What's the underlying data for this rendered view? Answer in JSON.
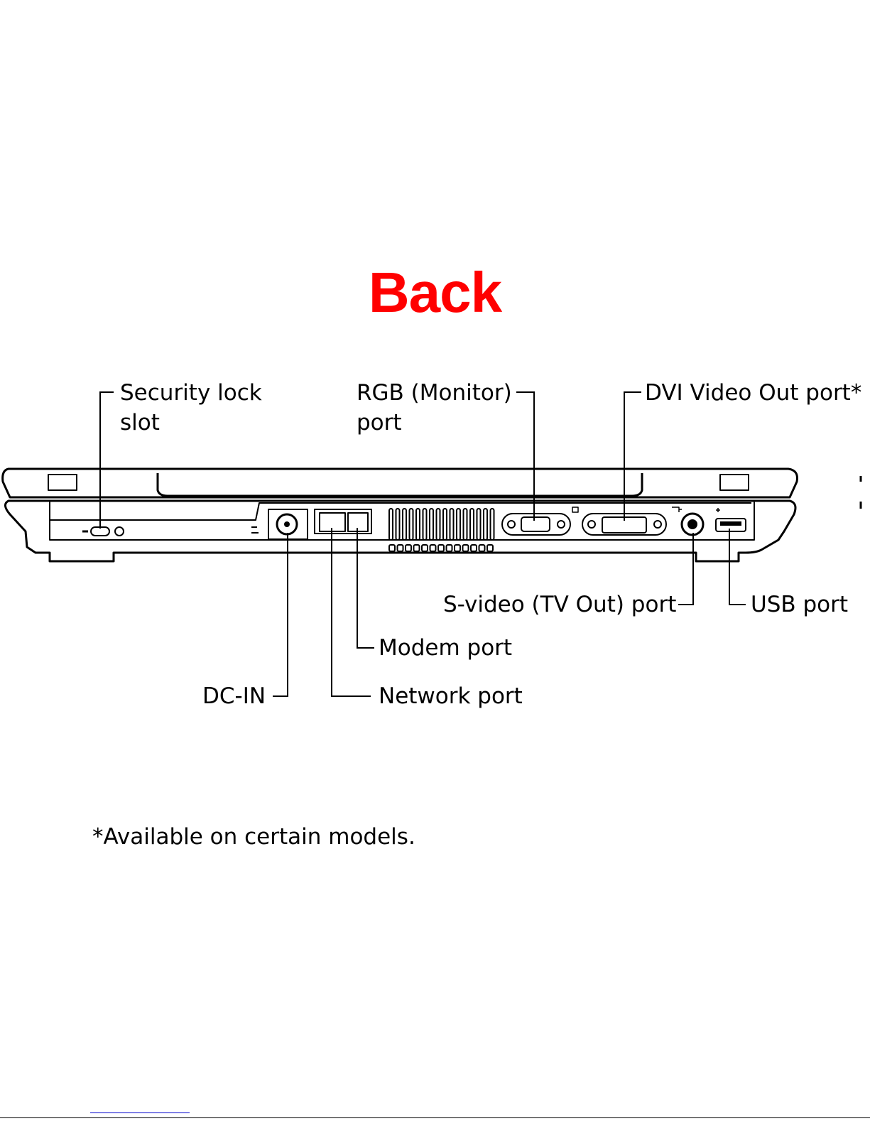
{
  "title": "Back",
  "labels": {
    "security_lock": "Security lock slot",
    "rgb_port": "RGB (Monitor) port",
    "dvi_port": "DVI Video Out port*",
    "svideo_port": "S-video (TV Out) port",
    "usb_port": "USB port",
    "modem_port": "Modem port",
    "dc_in": "DC-IN",
    "network_port": "Network port"
  },
  "footnote": "*Available on certain models.",
  "colors": {
    "title": "#ff0000",
    "line": "#000000"
  }
}
